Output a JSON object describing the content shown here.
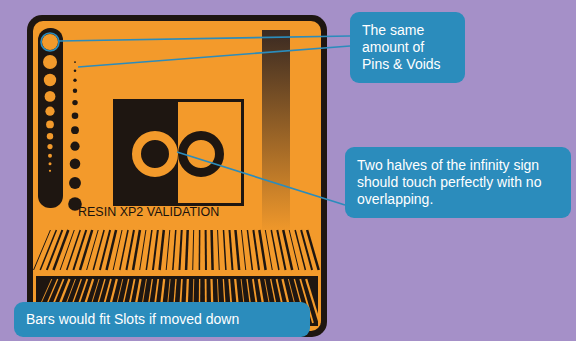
{
  "diagram": {
    "nodes": [
      {
        "text": [
          "The same amount of Pins & Voids"
        ]
      },
      {
        "text": [
          "Two halves of the infinity sign should touch perfectly with no overlapping."
        ]
      },
      {
        "text": [
          "Bars would fit Slots if moved down"
        ]
      }
    ],
    "labels": [
      "RESIN XP2 VALIDATION"
    ]
  }
}
